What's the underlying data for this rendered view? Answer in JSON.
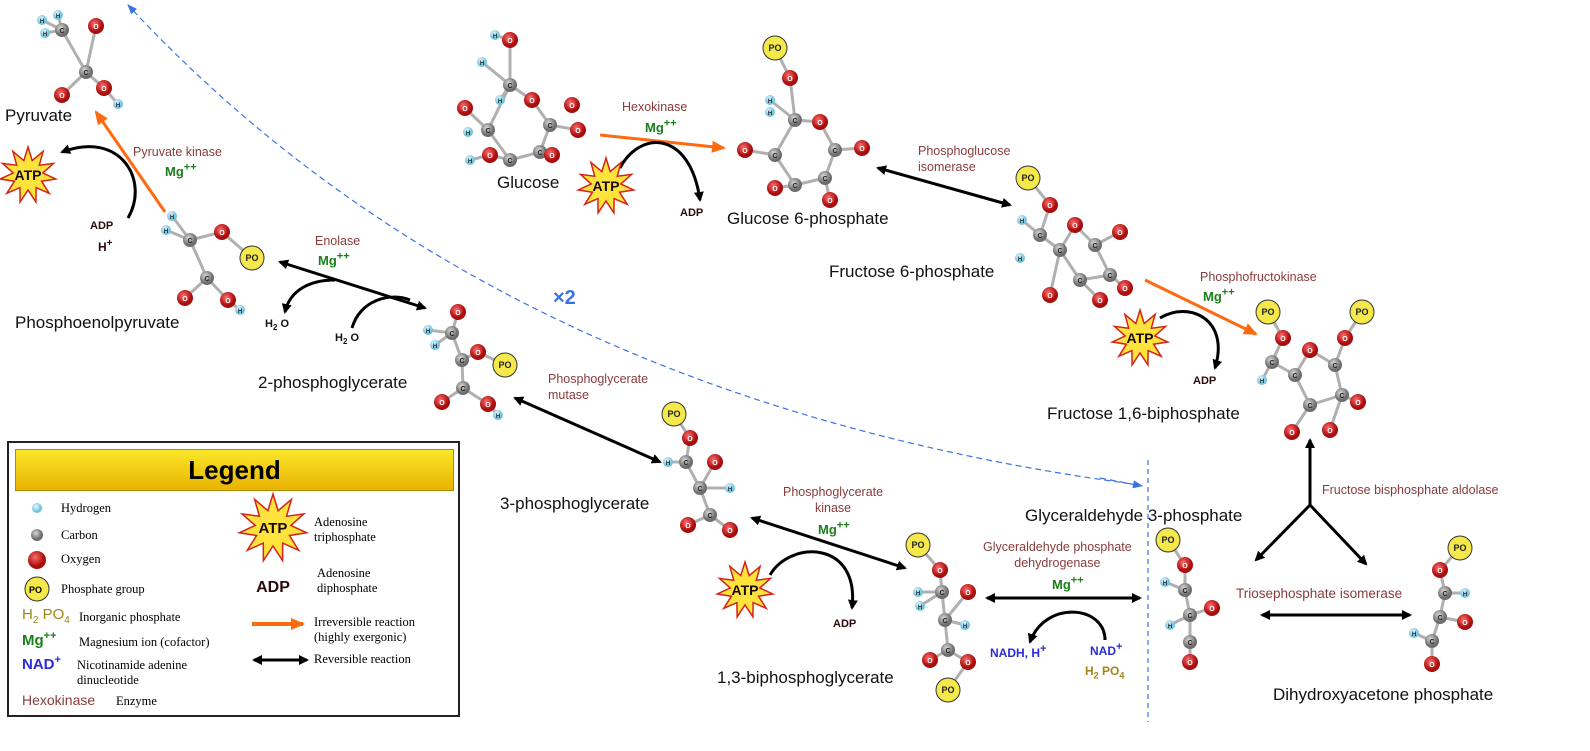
{
  "molecules": {
    "pyruvate": "Pyruvate",
    "phosphoenolpyruvate": "Phosphoenolpyruvate",
    "pg2": "2-phosphoglycerate",
    "pg3": "3-phosphoglycerate",
    "bpg13": "1,3-biphosphoglycerate",
    "glucose": "Glucose",
    "g6p": "Glucose 6-phosphate",
    "f6p": "Fructose 6-phosphate",
    "f16bp": "Fructose 1,6-biphosphate",
    "g3p": "Glyceraldehyde 3-phosphate",
    "dhap": "Dihydroxyacetone phosphate"
  },
  "enzymes": {
    "pyruvate_kinase": "Pyruvate kinase",
    "enolase": "Enolase",
    "hexokinase": "Hexokinase",
    "pgi_1": "Phosphoglucose",
    "pgi_2": "isomerase",
    "pfk": "Phosphofructokinase",
    "aldolase": "Fructose bisphosphate aldolase",
    "tpi": "Triosephosphate isomerase",
    "gapdh_1": "Glyceraldehyde phosphate",
    "gapdh_2": "dehydrogenase",
    "pgk_1": "Phosphoglycerate",
    "pgk_2": "kinase",
    "pgm_1": "Phosphoglycerate",
    "pgm_2": "mutase"
  },
  "cofactors": {
    "mg": "Mg",
    "mg_charge": "++",
    "atp": "ATP",
    "adp": "ADP",
    "h_plus": "H",
    "plus": "+",
    "h2o_h": "H",
    "h2o_2": "2",
    "h2o_o": "O",
    "nadh": "NADH, H",
    "nad": "NAD",
    "h2po4_h": "H",
    "h2po4_2": "2",
    "h2po4_po": " PO",
    "h2po4_4": "4",
    "multiplier": "×2"
  },
  "legend": {
    "title": "Legend",
    "hydrogen": "Hydrogen",
    "carbon": "Carbon",
    "oxygen": "Oxygen",
    "phosphate": "Phosphate group",
    "inorganic_phosphate": "Inorganic phosphate",
    "magnesium": "Magnesium ion (cofactor)",
    "nad_1": "Nicotinamide adenine",
    "nad_2": "dinucleotide",
    "enzyme_example": "Hexokinase",
    "enzyme": "Enzyme",
    "atp_1": "Adenosine",
    "atp_2": "triphosphate",
    "adp_1": "Adenosine",
    "adp_2": "diphosphate",
    "irrev_1": "Irreversible reaction",
    "irrev_2": "(highly exergonic)",
    "rev": "Reversible reaction"
  },
  "colors": {
    "irreversible": "#ff6a10",
    "reversible": "#000000",
    "enzyme": "#8a3b3b",
    "magnesium": "#1a7f1a",
    "nad": "#2b2bd9",
    "dashed": "#3b73e6",
    "oxygen": "#d01818",
    "carbon": "#8a8a8a",
    "hydrogen": "#9fdcf0",
    "phosphate": "#f5e84a"
  }
}
